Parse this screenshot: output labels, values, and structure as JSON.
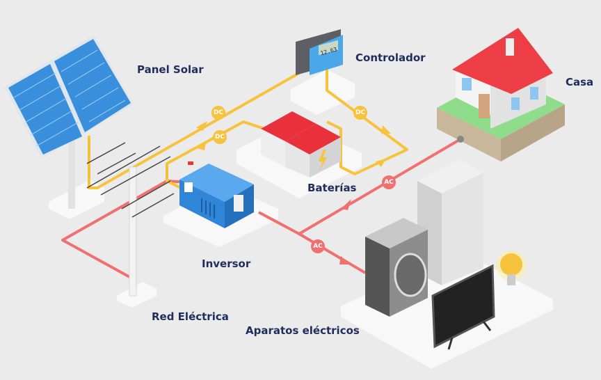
{
  "labels": {
    "solar_panel": "Panel Solar",
    "controller": "Controlador",
    "house": "Casa",
    "batteries": "Baterías",
    "inverter": "Inversor",
    "grid": "Red Eléctrica",
    "appliances": "Aparatos eléctricos"
  },
  "badges": {
    "dc": "DC",
    "ac": "AC"
  },
  "controller_display": "12.63",
  "colors": {
    "dc_wire": "#f7c23c",
    "ac_wire": "#f07070",
    "label_text": "#1f2d5c",
    "panel_cell": "#3a8fdc",
    "battery_top": "#e8313a",
    "inverter_body": "#2f86d8",
    "roof": "#ee3e45",
    "grass": "#8fdc8a"
  }
}
